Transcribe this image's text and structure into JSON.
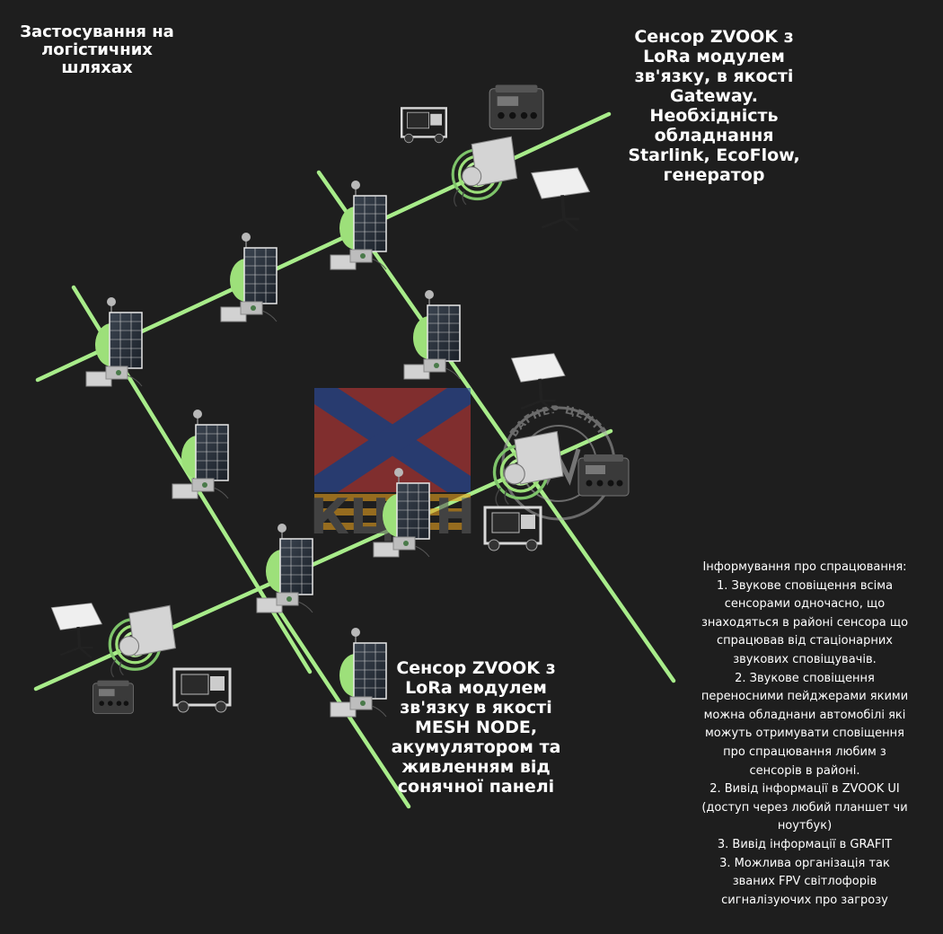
{
  "title": [
    "Застосування на",
    "логістичних",
    "шляхах"
  ],
  "gateway_caption": [
    "Сенсор ZVOOK з",
    "LoRa модулем",
    "зв'язку, в якості",
    "Gateway.",
    "Необхідність",
    "обладнання",
    "Starlink, EcoFlow,",
    "генератор"
  ],
  "mesh_caption": [
    "Сенсор ZVOOK з",
    "LoRa модулем",
    "зв'язку в якості",
    "MESH NODE,",
    "акумулятором та",
    "живленням від",
    "сонячної панелі"
  ],
  "notifications": [
    "Інформування про спрацювання:",
    "1. Звукове сповіщення всіма",
    "сенсорами одночасно, що",
    "знаходяться в районі сенсора що",
    "спрацював від стаціонарних",
    "звукових сповіщувачів.",
    "2. Звукове сповіщення",
    "переносними пейджерами якими",
    "можна обладнани автомобілі які",
    "можуть отримувати сповіщення",
    "про спрацювання любим з",
    "сенсорів в районі.",
    "2. Вивід інформації в ZVOOK UI",
    "(доступ через любий планшет чи",
    "ноутбук)",
    "3. Вивід інформації в GRAFIT",
    "3. Можлива організація так",
    "званих FPV світлофорів",
    "сигналізуючих про загрозу"
  ],
  "watermark": {
    "logo_text": "КЦПН",
    "seal_text": "ВАГНЕР ЦЕНТР"
  },
  "colors": {
    "background": "#1e1e1e",
    "route_line": "#a8ec8a",
    "sensor_green": "#9de07a",
    "text": "#ffffff"
  },
  "icons": [
    "solar-panel-icon",
    "sensor-node-icon",
    "battery-box-icon",
    "starlink-dish-icon",
    "ecoflow-station-icon",
    "generator-icon",
    "lora-signal-icon"
  ]
}
